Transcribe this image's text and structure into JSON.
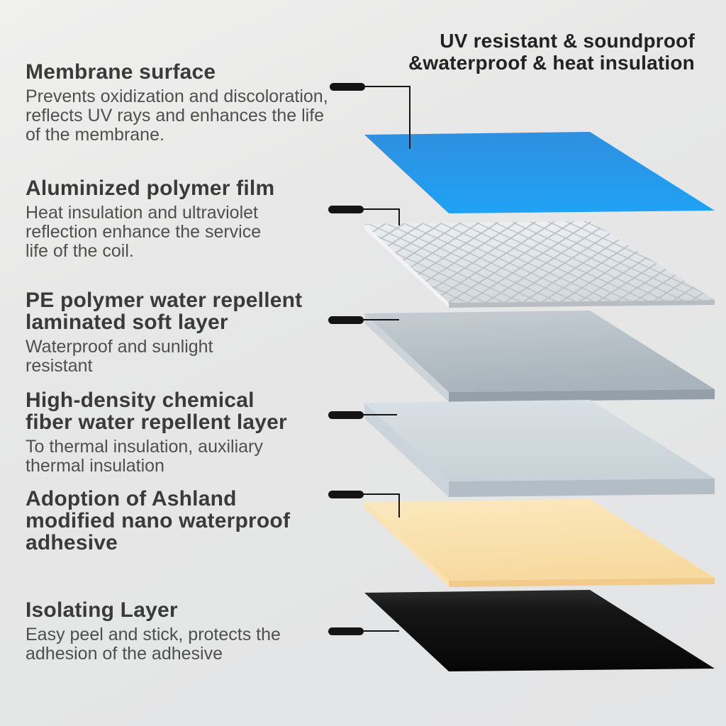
{
  "header": {
    "lines": [
      "UV resistant & soundproof",
      "&waterproof & heat insulation"
    ]
  },
  "sections": [
    {
      "heading_lines": [
        "Membrane surface"
      ],
      "body_lines": [
        "Prevents oxidization and discoloration,",
        "reflects UV rays and enhances the life",
        "of the membrane."
      ]
    },
    {
      "heading_lines": [
        "Aluminized polymer film"
      ],
      "body_lines": [
        "Heat insulation and ultraviolet",
        "reflection enhance the service",
        "life of the coil."
      ]
    },
    {
      "heading_lines": [
        "PE polymer water repellent",
        "laminated soft layer"
      ],
      "body_lines": [
        "Waterproof and sunlight",
        "resistant"
      ]
    },
    {
      "heading_lines": [
        "High-density chemical",
        "fiber water repellent layer"
      ],
      "body_lines": [
        "To thermal insulation, auxiliary",
        "thermal insulation"
      ]
    },
    {
      "heading_lines": [
        "Adoption of Ashland",
        "modified nano waterproof",
        "adhesive"
      ],
      "body_lines": []
    },
    {
      "heading_lines": [
        "Isolating Layer"
      ],
      "body_lines": [
        "Easy peel and stick, protects the",
        "adhesion of the adhesive"
      ]
    }
  ],
  "layers": [
    {
      "name": "membrane-surface",
      "appearance": "blue film"
    },
    {
      "name": "aluminized-polymer-film",
      "appearance": "silver quilted diamond texture"
    },
    {
      "name": "pe-polymer-laminated-soft-layer",
      "appearance": "gray fibrous felt"
    },
    {
      "name": "high-density-fiber-layer",
      "appearance": "light gray smooth slab"
    },
    {
      "name": "nano-waterproof-adhesive",
      "appearance": "cream adhesive sheet"
    },
    {
      "name": "isolating-layer",
      "appearance": "black release liner"
    }
  ],
  "palette": {
    "blue_top": "#2F8FDF",
    "blue_bottom": "#1FA2F4",
    "silver_top": "#F0F2F4",
    "silver_bottom": "#D5DADD",
    "quilt_line": "#B8C0C6",
    "silver_front": "#B6BEC4",
    "silver_side": "#F2F4F5",
    "fiber_top": "#C9D1D6",
    "fiber_bottom": "#A7B2BA",
    "fiber_front": "#949FA8",
    "fiber_side": "#CDD4D9",
    "slab_top": "#D9E0E4",
    "slab_bottom": "#C7D1D7",
    "slab_front": "#B2BDC5",
    "slab_side": "#CBD4DA",
    "cream_top": "#FBE9BF",
    "cream_bottom": "#F7D99E",
    "cream_front": "#F2CB8B",
    "cream_side": "#FAE3B2",
    "black_top": "#2B2B2B",
    "black_bottom": "#060606",
    "connector": "#141414"
  }
}
